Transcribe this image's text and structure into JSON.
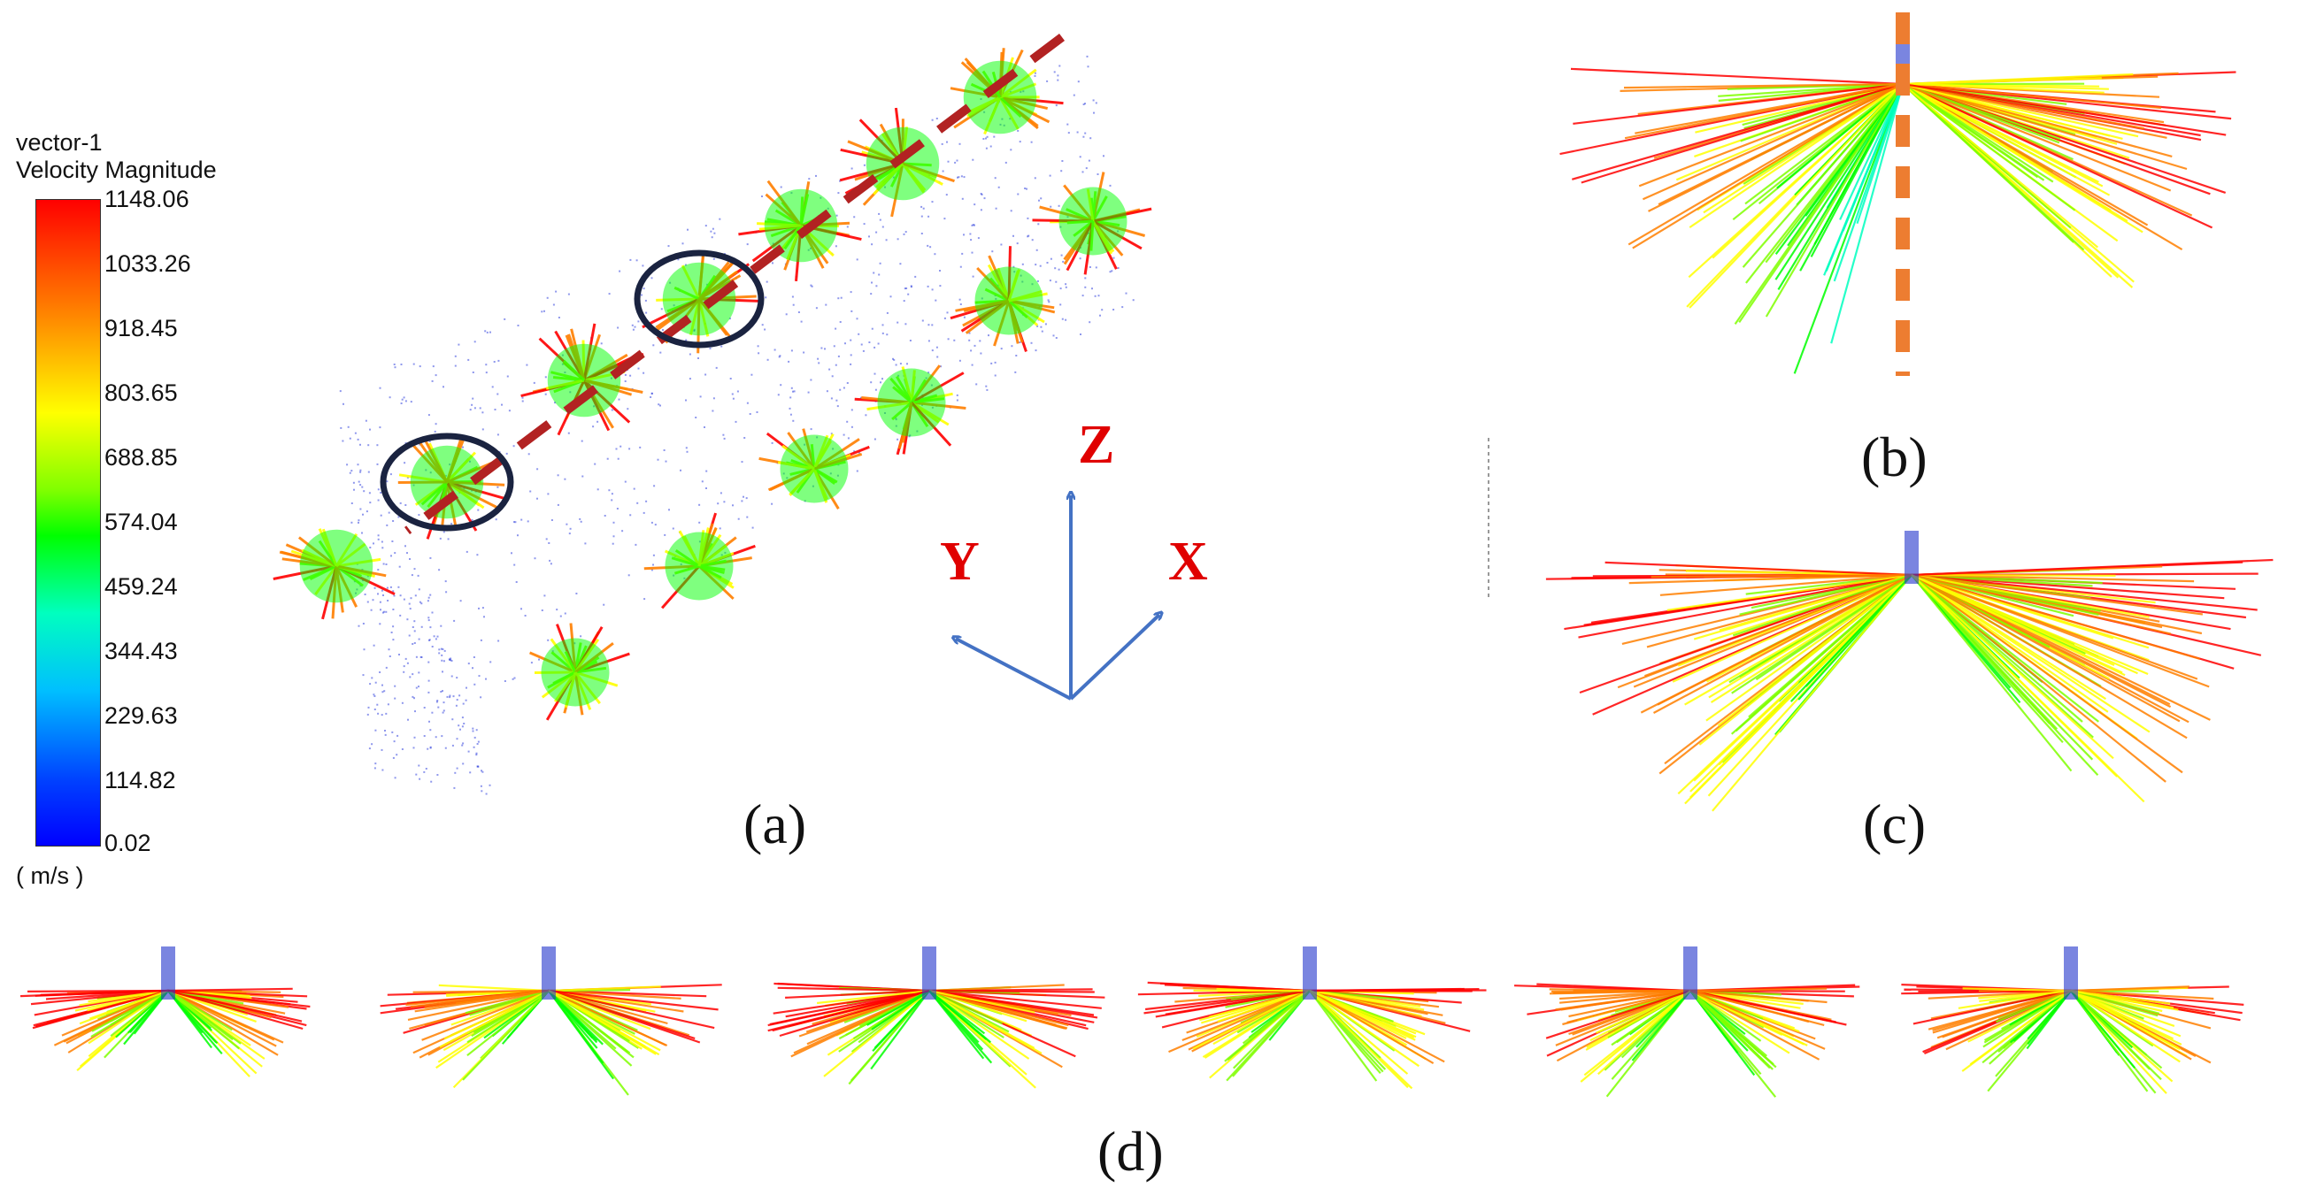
{
  "legend": {
    "title_line1": "vector-1",
    "title_line2": "Velocity Magnitude",
    "unit": "( m/s )",
    "ticks": [
      "1148.06",
      "1033.26",
      "918.45",
      "803.65",
      "688.85",
      "574.04",
      "459.24",
      "344.43",
      "229.63",
      "114.82",
      "0.02"
    ],
    "min": 0.02,
    "max": 1148.06,
    "colormap": [
      "#ff0000",
      "#ff7f00",
      "#ffff00",
      "#7fff00",
      "#00ff00",
      "#00ffbf",
      "#00bfff",
      "#0040ff",
      "#0000ff"
    ]
  },
  "axes": {
    "z": "Z",
    "y": "Y",
    "x": "X"
  },
  "panels": {
    "a": "(a)",
    "b": "(b)",
    "c": "(c)",
    "d": "(d)"
  },
  "colors": {
    "dashed_line_a": "#b22222",
    "dashed_line_b": "#ed7d31",
    "highlight_ellipse": "#1a2340",
    "axis_arrows": "#4472c4",
    "axis_labels": "#e00000",
    "cell_points": "#3344dd"
  }
}
